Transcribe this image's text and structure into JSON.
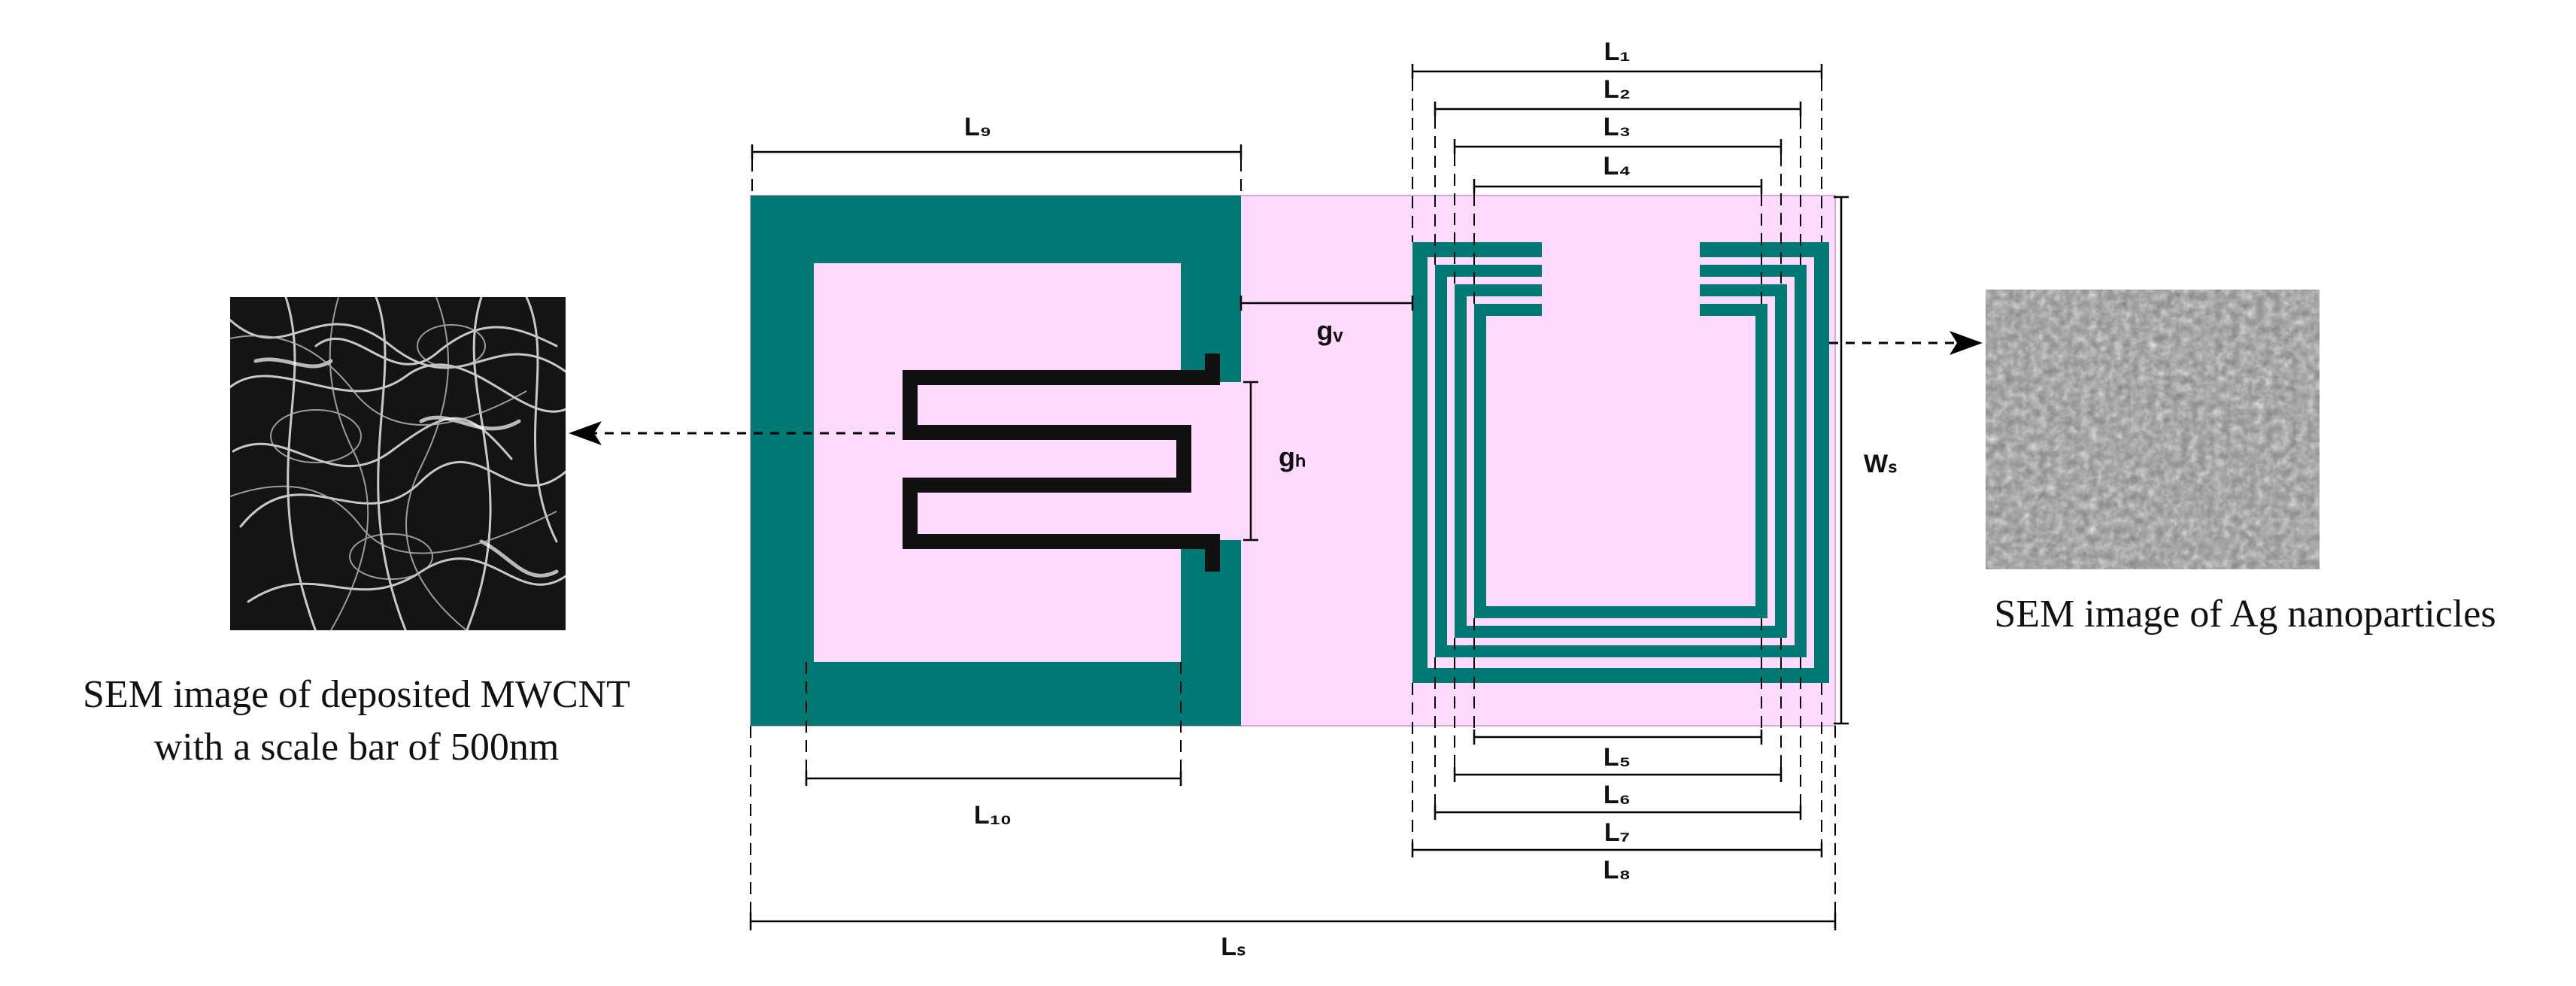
{
  "colors": {
    "substrate": "#ffdaff",
    "resonator": "#007873",
    "interdigital_trace": "#111111",
    "arrow": "#000000"
  },
  "dimension_labels": {
    "L1": "L₁",
    "L2": "L₂",
    "L3": "L₃",
    "L4": "L₄",
    "L5": "L₅",
    "L6": "L₆",
    "L7": "L₇",
    "L8": "L₈",
    "L9": "L₉",
    "L10": "L₁₀",
    "Ls": "Lₛ",
    "Ws": "Wₛ",
    "gv": "gᵥ",
    "gh": "gₕ"
  },
  "captions": {
    "left_sem": [
      "SEM image of deposited MWCNT",
      "with a scale bar of 500nm"
    ],
    "right_sem": "SEM image of Ag nanoparticles"
  },
  "images": {
    "left_sem_texture": "mwcnt-fiber-texture",
    "right_sem_texture": "ag-nanoparticle-texture"
  }
}
